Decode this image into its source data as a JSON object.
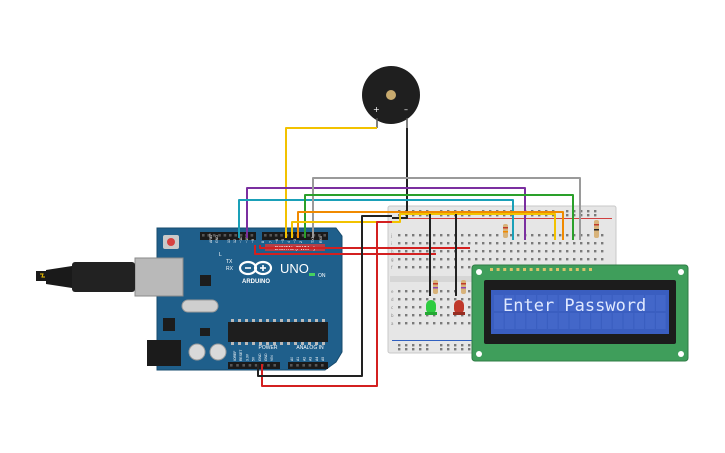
{
  "arduino": {
    "logo_text": "ARDUINO",
    "model": "UNO",
    "on_label": "ON",
    "tx_label": "TX",
    "rx_label": "RX",
    "l_label": "L",
    "digital_label": "DIGITAL (PWM ~)",
    "power_label": "POWER",
    "analog_label": "ANALOG IN",
    "top_pins": [
      "AREF",
      "GND",
      "13",
      "12",
      "~11",
      "~10",
      "~9",
      "8",
      "7",
      "~6",
      "~5",
      "4",
      "~3",
      "2",
      "TX1",
      "RX0"
    ],
    "power_pins": [
      "IOREF",
      "RESET",
      "3.3V",
      "5V",
      "GND",
      "GND",
      "VIN"
    ],
    "analog_pins": [
      "A0",
      "A1",
      "A2",
      "A3",
      "A4",
      "A5"
    ]
  },
  "buzzer": {
    "plus_label": "+",
    "minus_label": "–"
  },
  "breadboard": {
    "row_letters": [
      "j",
      "i",
      "h",
      "g",
      "f",
      "e",
      "d",
      "c",
      "b",
      "a"
    ]
  },
  "lcd": {
    "line1": "Enter Password",
    "line2": ""
  },
  "colors": {
    "board_blue": "#1f5f8b",
    "lcd_pcb": "#3f9e5b",
    "lcd_screen": "#3a5ec0",
    "wire_red": "#d32020",
    "wire_black": "#222222",
    "wire_yellow": "#f2c200",
    "wire_purple": "#7b2fa0",
    "wire_cyan": "#1aa0b8",
    "wire_green": "#2aa02a",
    "wire_orange": "#f08a00",
    "wire_gray": "#9a9a9a",
    "led_green": "#2ecc40",
    "led_red": "#c0392b"
  }
}
